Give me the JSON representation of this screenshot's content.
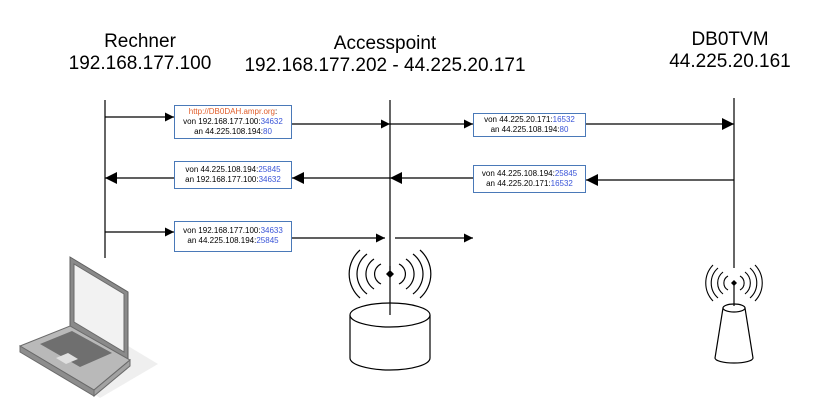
{
  "nodes": {
    "rechner": {
      "name": "Rechner",
      "ip": "192.168.177.100"
    },
    "accesspoint": {
      "name": "Accesspoint",
      "ip": "192.168.177.202 - 44.225.20.171"
    },
    "db0tvm": {
      "name": "DB0TVM",
      "ip": "44.225.20.161"
    }
  },
  "boxes": {
    "req_left": {
      "url": "http://DB0DAH.ampr.org",
      "url_suffix": ":",
      "from_label": "von 192.168.177.100:",
      "from_port": "34632",
      "to_label": "an 44.225.108.194:",
      "to_port": "80"
    },
    "req_right": {
      "from_label": "von 44.225.20.171:",
      "from_port": "16532",
      "to_label": "an 44.225.108.194:",
      "to_port": "80"
    },
    "resp_left": {
      "from_label": "von 44.225.108.194:",
      "from_port": "25845",
      "to_label": "an 192.168.177.100:",
      "to_port": "34632"
    },
    "resp_right": {
      "from_label": "von 44.225.108.194:",
      "from_port": "25845",
      "to_label": "an 44.225.20.171:",
      "to_port": "16532"
    },
    "third": {
      "from_label": "von 192.168.177.100:",
      "from_port": "34633",
      "to_label": "an 44.225.108.194:",
      "to_port": "25845"
    }
  },
  "colors": {
    "port": "#3a55d8",
    "url": "#e05d2a",
    "box_border": "#4a79b8",
    "line": "#000000"
  },
  "icons": [
    "laptop-icon",
    "wifi-router-icon",
    "antenna-icon"
  ]
}
